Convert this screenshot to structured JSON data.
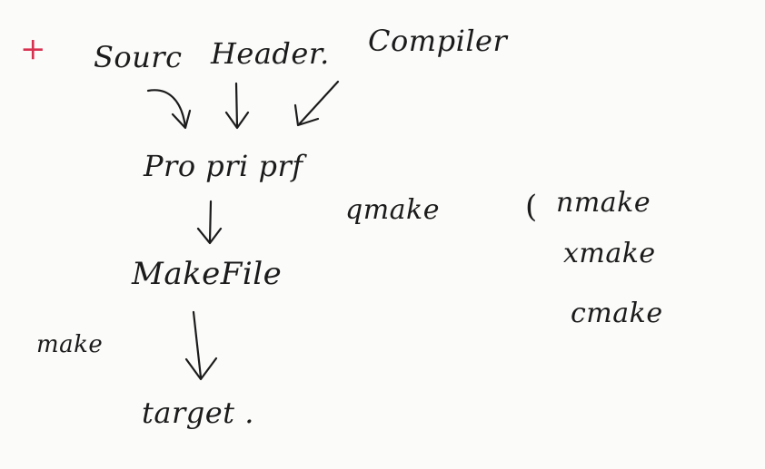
{
  "marker": "+",
  "inputs": {
    "source": "Sourc",
    "header": "Header.",
    "compiler": "Compiler"
  },
  "project_files": "Pro pri prf",
  "makefile": "MakeFile",
  "make_label": "make",
  "target": "target .",
  "qmake": "qmake",
  "bracket": "(",
  "make_tools": [
    "nmake",
    "xmake",
    "cmake"
  ],
  "colors": {
    "ink": "#1b1b1b",
    "marker": "#d8304f",
    "paper": "#fbfbfa"
  }
}
